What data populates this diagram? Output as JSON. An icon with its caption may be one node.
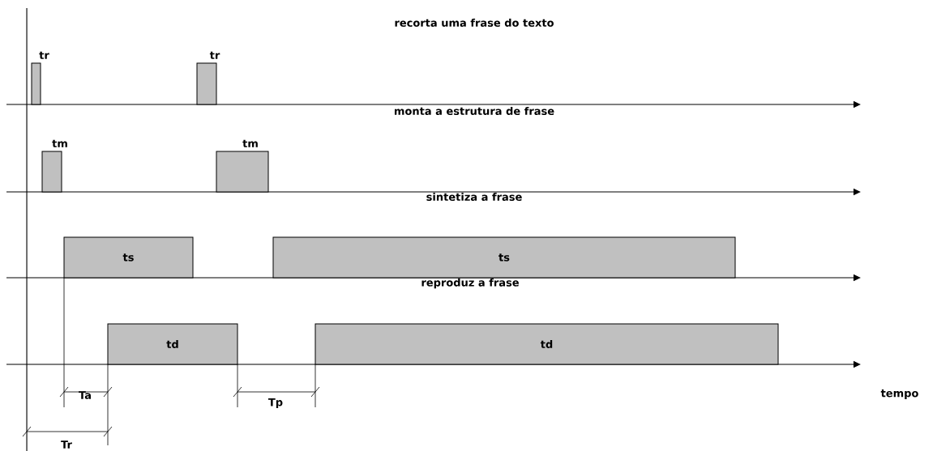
{
  "diagram": {
    "nodes": [
      {
        "text": [
          "tr"
        ]
      },
      {
        "text": [
          "tr"
        ]
      },
      {
        "text": [
          "tm"
        ]
      },
      {
        "text": [
          "tm"
        ]
      },
      {
        "text": [
          "ts"
        ]
      },
      {
        "text": [
          "ts"
        ]
      },
      {
        "text": [
          "td"
        ]
      },
      {
        "text": [
          "td"
        ]
      }
    ],
    "labels": [
      "recorta uma frase do texto",
      "monta a estrutura de frase",
      "sintetiza a frase",
      "reproduz a frase",
      "tempo",
      "Ta",
      "Tp",
      "Tr"
    ]
  }
}
